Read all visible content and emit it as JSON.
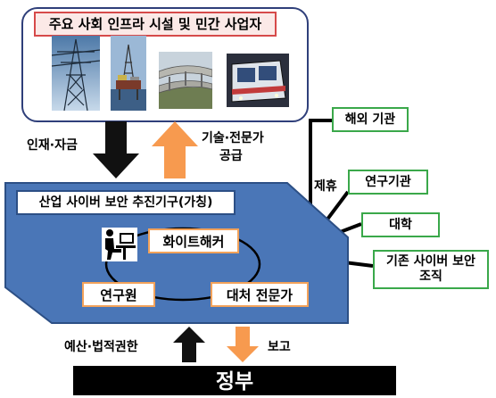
{
  "top": {
    "title": "주요 사회 인프라 시설 및 민간 사업자"
  },
  "photos": [
    {
      "name": "power-tower-photo",
      "label": ""
    },
    {
      "name": "oil-platform-photo",
      "label": ""
    },
    {
      "name": "highway-interchange-photo",
      "label": ""
    },
    {
      "name": "subway-train-photo",
      "label": ""
    }
  ],
  "arrows": {
    "down_label": "인재·자금",
    "up_label_line1": "기술·전문가",
    "up_label_line2": "공급",
    "budget_label": "예산·법적권한",
    "report_label": "보고"
  },
  "center": {
    "title": "산업 사이버 보안 추진기구(가칭)",
    "white_hacker": "화이트해커",
    "researcher": "연구원",
    "response_expert": "대처 전문가"
  },
  "partners": {
    "link_label": "제휴",
    "items": [
      "해외 기관",
      "연구기관",
      "대학",
      "기존 사이버 보안 조직"
    ]
  },
  "government": {
    "label": "정부"
  },
  "colors": {
    "blue_area": "#4a76b7",
    "orange_arrow": "#f79a4f",
    "green_border": "#3aa84a",
    "title_border": "#d64a4a"
  }
}
